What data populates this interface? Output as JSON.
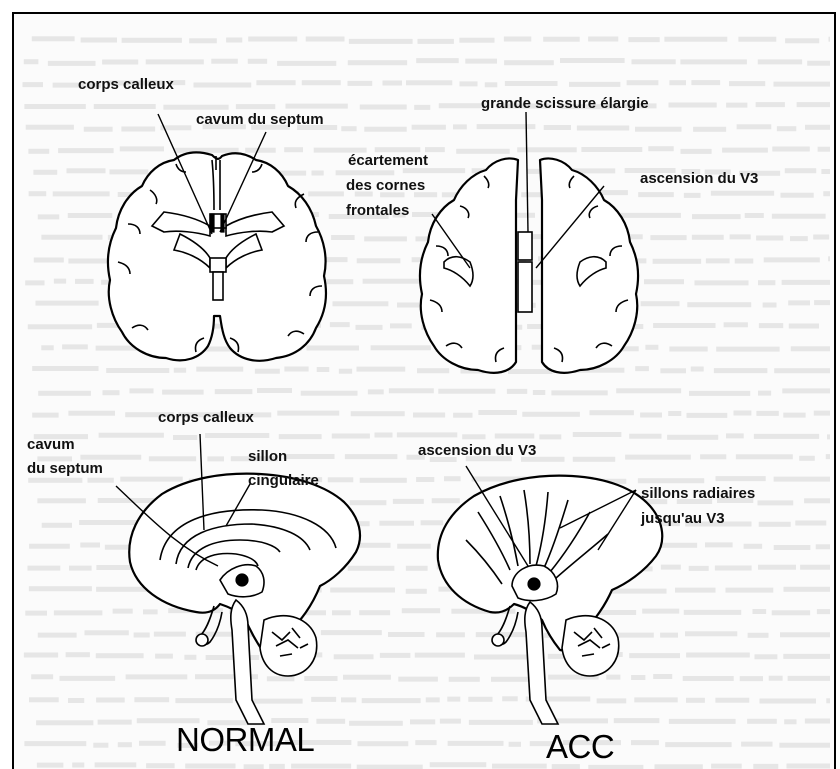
{
  "labels": {
    "tl_corps_calleux": "corps calleux",
    "tl_cavum_septum": "cavum du septum",
    "tr_grande_scissure": "grande scissure élargie",
    "tr_ecartement_1": "écartement",
    "tr_ecartement_2": "des cornes",
    "tr_ecartement_3": "frontales",
    "tr_ascension_v3": "ascension du V3",
    "bl_corps_calleux": "corps calleux",
    "bl_cavum_1": "cavum",
    "bl_cavum_2": "du septum",
    "bl_sillon_1": "sillon",
    "bl_sillon_2": "cingulaire",
    "br_ascension_v3": "ascension du V3",
    "br_sillons_1": "sillons radiaires",
    "br_sillons_2": "jusqu'au V3"
  },
  "captions": {
    "normal": "NORMAL",
    "acc": "ACC"
  }
}
